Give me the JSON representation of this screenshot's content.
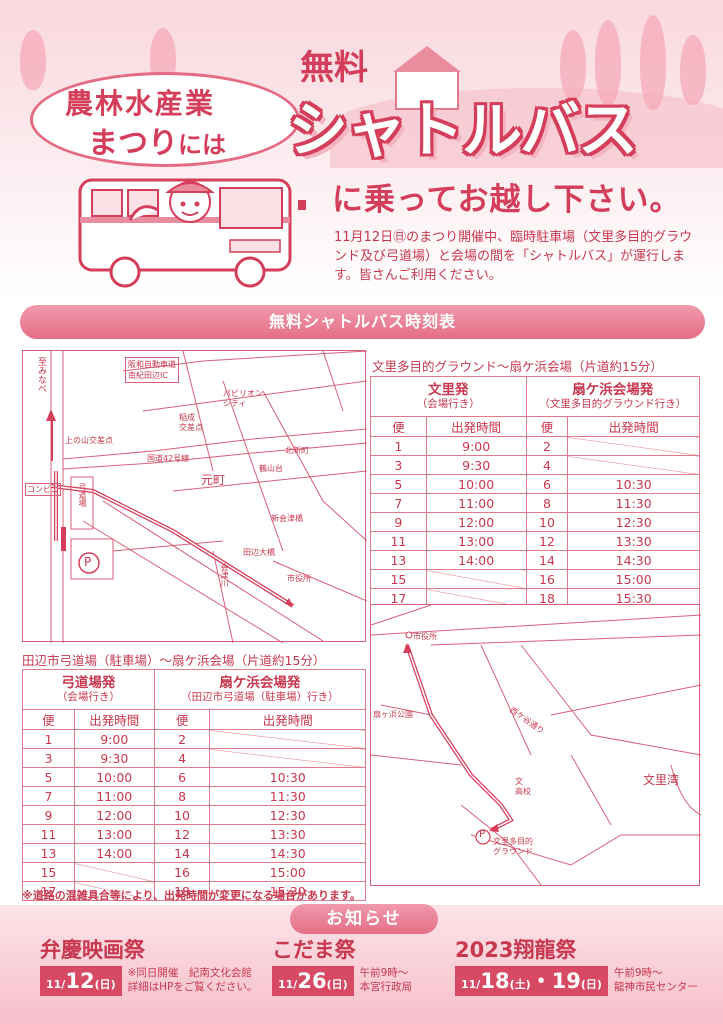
{
  "header": {
    "festival_line1": "農林水産業",
    "festival_line2": "まつり",
    "festival_line2_suffix": "には",
    "free": "無料",
    "shuttle_bus": "シャトルバス",
    "ride": "に乗ってお越し下さい。",
    "description": "11月12日㊐のまつり開催中、臨時駐車場（文里多目的グラウンド及び弓道場）と会場の間を「シャトルバス」が運行します。皆さんご利用ください。"
  },
  "banner": {
    "label": "無料シャトルバス時刻表"
  },
  "map1": {
    "to_minabe": "至みなべ",
    "ic": "阪和自動車道\n南紀田辺IC",
    "pavilion": "パビリオン\nシティ",
    "fukuro": "稲成\n交差点",
    "uenoyama": "上の山交差点",
    "route42": "国道42号線",
    "motomachi": "元町",
    "kitashinmachi": "北新町",
    "tsuruyama": "鶴山台",
    "shinkai": "新会津橋",
    "conbini": "コンビニ",
    "kyudojo": "弓道場",
    "parking": "P",
    "tanabe_bridge": "田辺大橋",
    "aizu_river": "会津川",
    "city_hall": "市役所"
  },
  "map2": {
    "city_hall": "市役所",
    "ougigahama_park": "扇ヶ浜公園",
    "nishimatsu": "西ケ谷通り",
    "school": "文\n高校",
    "mozato_bay": "文里湾",
    "parking": "P",
    "ground": "文里多目的\nグラウンド"
  },
  "table1": {
    "title": "文里多目的グラウンド～扇ケ浜会場（片道約15分）",
    "left_head": "文里発",
    "left_sub": "（会場行き）",
    "right_head": "扇ケ浜会場発",
    "right_sub": "（文里多目的グラウンド行き）",
    "col_bin": "便",
    "col_time": "出発時間",
    "rows": [
      [
        "1",
        "9:00",
        "2",
        ""
      ],
      [
        "3",
        "9:30",
        "4",
        ""
      ],
      [
        "5",
        "10:00",
        "6",
        "10:30"
      ],
      [
        "7",
        "11:00",
        "8",
        "11:30"
      ],
      [
        "9",
        "12:00",
        "10",
        "12:30"
      ],
      [
        "11",
        "13:00",
        "12",
        "13:30"
      ],
      [
        "13",
        "14:00",
        "14",
        "14:30"
      ],
      [
        "15",
        "",
        "16",
        "15:00"
      ],
      [
        "17",
        "",
        "18",
        "15:30"
      ]
    ]
  },
  "table2": {
    "title": "田辺市弓道場（駐車場）～扇ケ浜会場（片道約15分）",
    "left_head": "弓道場発",
    "left_sub": "（会場行き）",
    "right_head": "扇ケ浜会場発",
    "right_sub": "（田辺市弓道場（駐車場）行き）",
    "col_bin": "便",
    "col_time": "出発時間",
    "rows": [
      [
        "1",
        "9:00",
        "2",
        ""
      ],
      [
        "3",
        "9:30",
        "4",
        ""
      ],
      [
        "5",
        "10:00",
        "6",
        "10:30"
      ],
      [
        "7",
        "11:00",
        "8",
        "11:30"
      ],
      [
        "9",
        "12:00",
        "10",
        "12:30"
      ],
      [
        "11",
        "13:00",
        "12",
        "13:30"
      ],
      [
        "13",
        "14:00",
        "14",
        "14:30"
      ],
      [
        "15",
        "",
        "16",
        "15:00"
      ],
      [
        "17",
        "",
        "18",
        "15:30"
      ]
    ]
  },
  "note": "※道路の混雑具合等により、出発時間が変更になる場合があります。",
  "footer": {
    "oshirase": "お知らせ",
    "events": [
      {
        "title": "弁慶映画祭",
        "date_m": "11/",
        "date_d": "12",
        "dow": "(日)",
        "note1": "※同日開催　紀南文化会館",
        "note2": "詳細はHPをご覧ください。"
      },
      {
        "title": "こだま祭",
        "date_m": "11/",
        "date_d": "26",
        "dow": "(日)",
        "note1": "午前9時～",
        "note2": "本宮行政局"
      },
      {
        "title": "2023翔龍祭",
        "date_m": "11/",
        "date_d": "18",
        "dow": "(土)",
        "date_d2": "・19",
        "dow2": "(日)",
        "note1": "午前9時～",
        "note2": "龍神市民センター"
      }
    ]
  },
  "colors": {
    "accent": "#d53e5a",
    "line": "#e07b8e",
    "band": "#f6bfca"
  }
}
